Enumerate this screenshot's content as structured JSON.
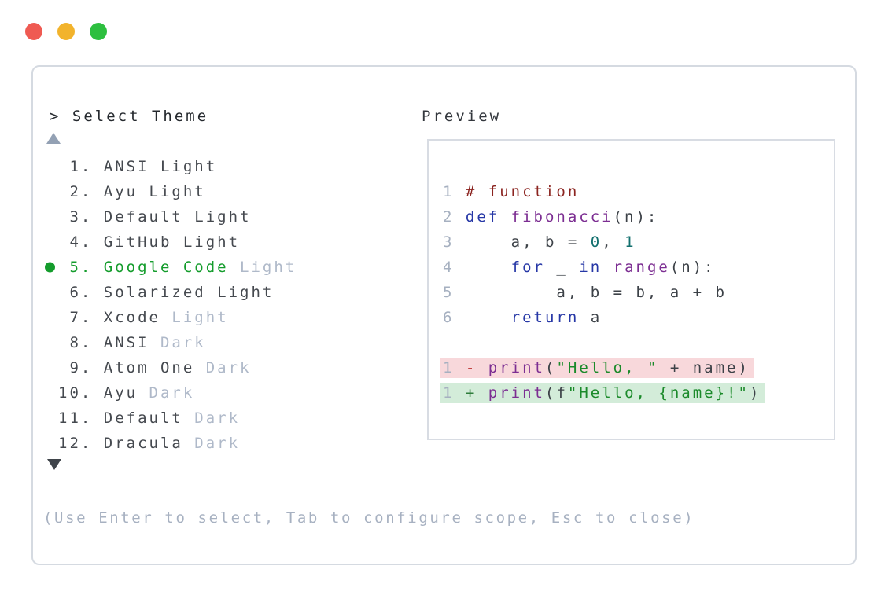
{
  "window": {
    "controls": [
      {
        "name": "close",
        "color": "#ef5a52"
      },
      {
        "name": "minimize",
        "color": "#f2b32c"
      },
      {
        "name": "maximize",
        "color": "#2dbf3f"
      }
    ]
  },
  "picker": {
    "prompt": "> Select Theme",
    "icons": {
      "scroll_up": "triangle-up-icon",
      "scroll_down": "triangle-down-icon",
      "selected_indicator": "green-dot-icon"
    },
    "items": [
      {
        "number": "1",
        "name": "ANSI",
        "variant": "Light",
        "variant_dimmed": false,
        "selected": false
      },
      {
        "number": "2",
        "name": "Ayu",
        "variant": "Light",
        "variant_dimmed": false,
        "selected": false
      },
      {
        "number": "3",
        "name": "Default",
        "variant": "Light",
        "variant_dimmed": false,
        "selected": false
      },
      {
        "number": "4",
        "name": "GitHub",
        "variant": "Light",
        "variant_dimmed": false,
        "selected": false
      },
      {
        "number": "5",
        "name": "Google Code",
        "variant": "Light",
        "variant_dimmed": true,
        "selected": true
      },
      {
        "number": "6",
        "name": "Solarized",
        "variant": "Light",
        "variant_dimmed": false,
        "selected": false
      },
      {
        "number": "7",
        "name": "Xcode",
        "variant": "Light",
        "variant_dimmed": true,
        "selected": false
      },
      {
        "number": "8",
        "name": "ANSI",
        "variant": "Dark",
        "variant_dimmed": true,
        "selected": false
      },
      {
        "number": "9",
        "name": "Atom One",
        "variant": "Dark",
        "variant_dimmed": true,
        "selected": false
      },
      {
        "number": "10",
        "name": "Ayu",
        "variant": "Dark",
        "variant_dimmed": true,
        "selected": false
      },
      {
        "number": "11",
        "name": "Default",
        "variant": "Dark",
        "variant_dimmed": true,
        "selected": false
      },
      {
        "number": "12",
        "name": "Dracula",
        "variant": "Dark",
        "variant_dimmed": true,
        "selected": false
      }
    ],
    "help": "(Use Enter to select, Tab to configure scope, Esc to close)"
  },
  "preview": {
    "label": "Preview",
    "code_lines": [
      {
        "no": "1",
        "diff": null,
        "segs": [
          [
            "# function",
            "comment"
          ]
        ]
      },
      {
        "no": "2",
        "diff": null,
        "segs": [
          [
            "def ",
            "kw"
          ],
          [
            "fibonacci",
            "fn"
          ],
          [
            "(n):",
            "df"
          ]
        ]
      },
      {
        "no": "3",
        "diff": null,
        "segs": [
          [
            "    a, b = ",
            "df"
          ],
          [
            "0",
            "num"
          ],
          [
            ", ",
            "df"
          ],
          [
            "1",
            "num"
          ]
        ]
      },
      {
        "no": "4",
        "diff": null,
        "segs": [
          [
            "    ",
            "df"
          ],
          [
            "for",
            "kw"
          ],
          [
            " _ ",
            "df"
          ],
          [
            "in",
            "kw"
          ],
          [
            " ",
            "df"
          ],
          [
            "range",
            "fn"
          ],
          [
            "(n):",
            "df"
          ]
        ]
      },
      {
        "no": "5",
        "diff": null,
        "segs": [
          [
            "        a, b = b, a + b",
            "df"
          ]
        ]
      },
      {
        "no": "6",
        "diff": null,
        "segs": [
          [
            "    ",
            "df"
          ],
          [
            "return",
            "kw"
          ],
          [
            " a",
            "df"
          ]
        ]
      },
      {
        "no": "",
        "diff": null,
        "segs": []
      },
      {
        "no": "1",
        "diff": "del",
        "segs": [
          [
            "-",
            "minus"
          ],
          [
            " ",
            "df"
          ],
          [
            "print",
            "fn"
          ],
          [
            "(",
            "df"
          ],
          [
            "\"Hello, \"",
            "str"
          ],
          [
            " + name)",
            "df"
          ]
        ]
      },
      {
        "no": "1",
        "diff": "add",
        "segs": [
          [
            "+",
            "plus"
          ],
          [
            " ",
            "df"
          ],
          [
            "print",
            "fn"
          ],
          [
            "(f",
            "df"
          ],
          [
            "\"Hello, {name}!\"",
            "str"
          ],
          [
            ")",
            "df"
          ]
        ]
      }
    ]
  },
  "colors": {
    "panel_border": "#d5dae1",
    "preview_border": "#d8dce3",
    "selected_green": "#149c2c",
    "dimmed_text": "#afb9c9",
    "diff_del_bg": "#f8d8db",
    "diff_add_bg": "#d3ecd9",
    "comment": "#8b2420",
    "keyword": "#2637a6",
    "function_name": "#7c2e92",
    "number_literal": "#13706f",
    "string_literal": "#1b8a2a"
  }
}
